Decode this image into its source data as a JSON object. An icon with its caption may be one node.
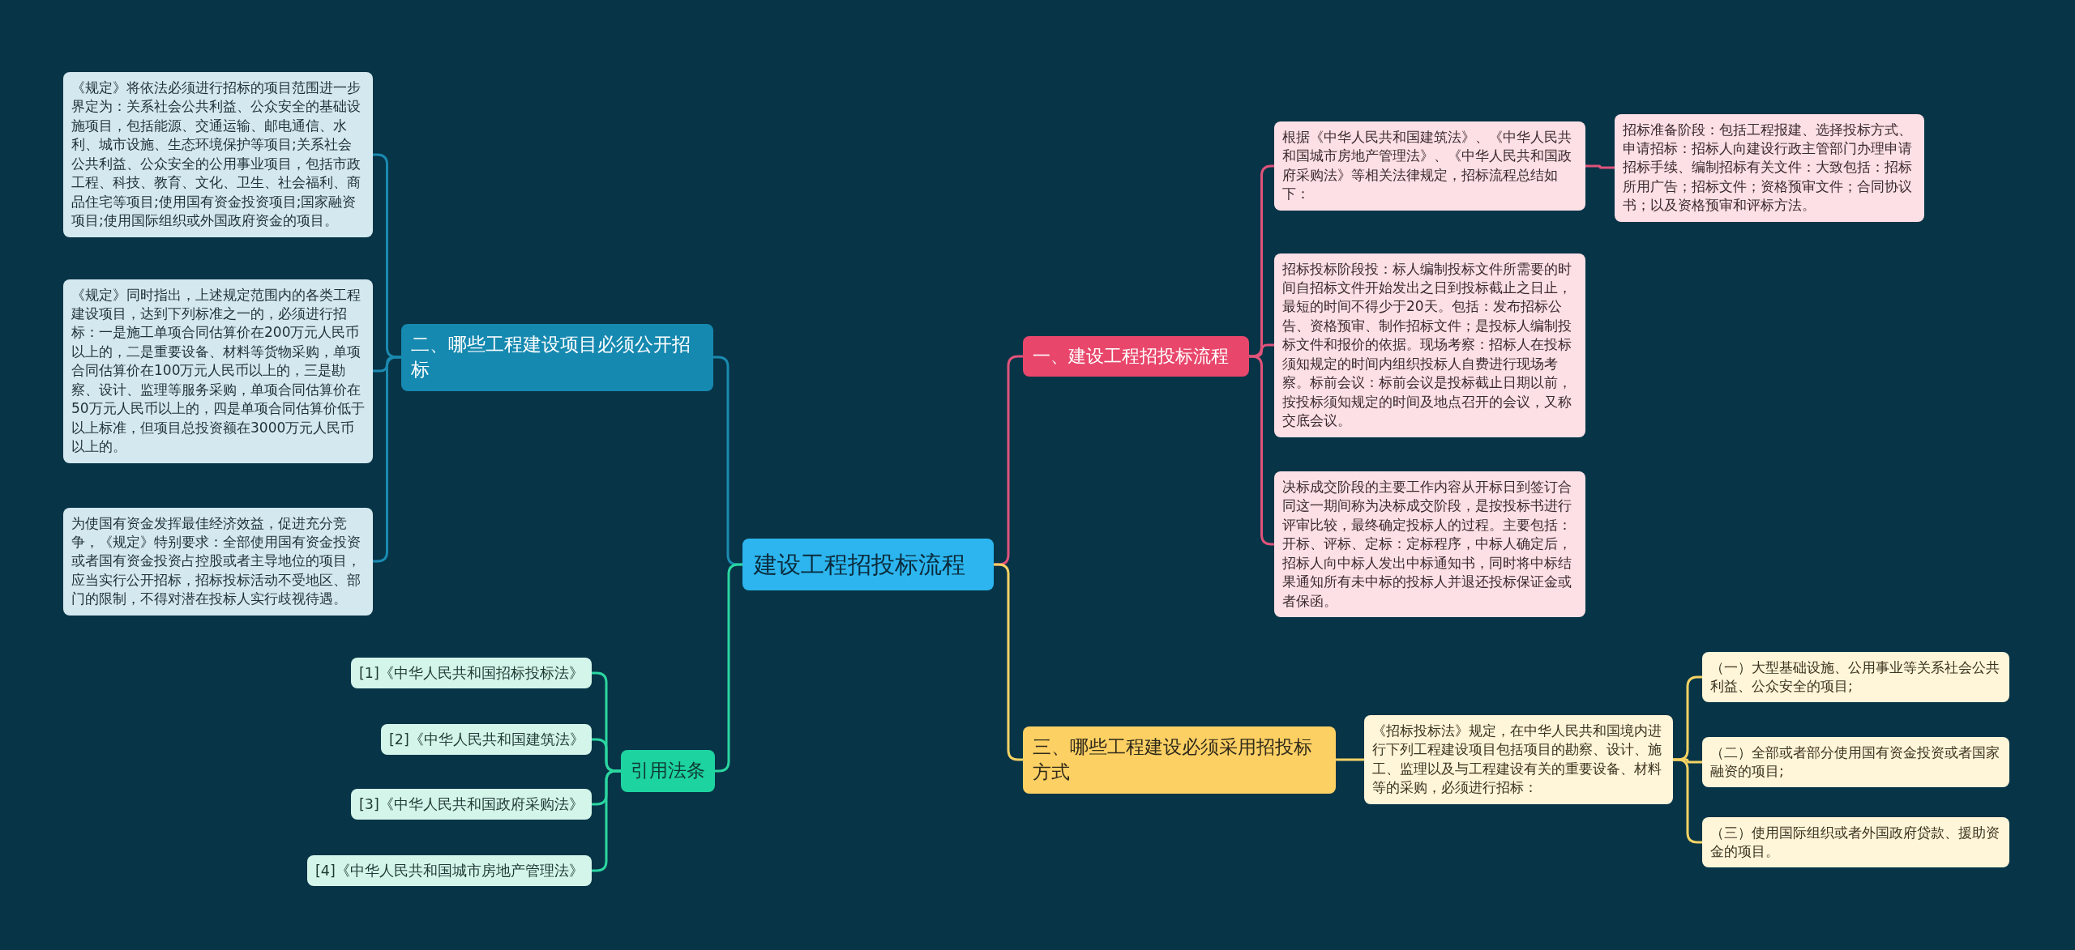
{
  "diagram": {
    "nodes": [
      {
        "text": [
          "建设工程招投标流程"
        ]
      },
      {
        "text": [
          "一、建设工程招投标流程"
        ]
      },
      {
        "text": [
          "根据《中华人民共和国建筑法》、《中华人民共和国城市房地产管理法》、《中华人民共和国政府采购法》等相关法律规定，招标流程总结如下："
        ]
      },
      {
        "text": [
          "招标准备阶段：包括工程报建、选择投标方式、申请招标：招标人向建设行政主管部门办理申请招标手续、编制招标有关文件：大致包括：招标所用广告；招标文件；资格预审文件；合同协议书；以及资格预审和评标方法。"
        ]
      },
      {
        "text": [
          "招标投标阶段投：标人编制投标文件所需要的时间自招标文件开始发出之日到投标截止之日止，最短的时间不得少于20天。包括：发布招标公告、资格预审、制作招标文件；是投标人编制投标文件和报价的依据。现场考察：招标人在投标须知规定的时间内组织投标人自费进行现场考察。标前会议：标前会议是投标截止日期以前，按投标须知规定的时间及地点召开的会议，又称交底会议。"
        ]
      },
      {
        "text": [
          "决标成交阶段的主要工作内容从开标日到签订合同这一期间称为决标成交阶段，是按投标书进行评审比较，最终确定投标人的过程。主要包括：开标、评标、定标：定标程序，中标人确定后，招标人向中标人发出中标通知书，同时将中标结果通知所有未中标的投标人并退还投标保证金或者保函。"
        ]
      },
      {
        "text": [
          "三、哪些工程建设必须采用招投标方式"
        ]
      },
      {
        "text": [
          "《招标投标法》规定，在中华人民共和国境内进行下列工程建设项目包括项目的勘察、设计、施工、监理以及与工程建设有关的重要设备、材料等的采购，必须进行招标："
        ]
      },
      {
        "text": [
          "（一）大型基础设施、公用事业等关系社会公共利益、公众安全的项目;"
        ]
      },
      {
        "text": [
          "（二）全部或者部分使用国有资金投资或者国家融资的项目;"
        ]
      },
      {
        "text": [
          "（三）使用国际组织或者外国政府贷款、援助资金的项目。"
        ]
      },
      {
        "text": [
          "二、哪些工程建设项目必须公开招标"
        ]
      },
      {
        "text": [
          "《规定》将依法必须进行招标的项目范围进一步界定为：关系社会公共利益、公众安全的基础设施项目，包括能源、交通运输、邮电通信、水利、城市设施、生态环境保护等项目;关系社会公共利益、公众安全的公用事业项目，包括市政工程、科技、教育、文化、卫生、社会福利、商品住宅等项目;使用国有资金投资项目;国家融资项目;使用国际组织或外国政府资金的项目。"
        ]
      },
      {
        "text": [
          "《规定》同时指出，上述规定范围内的各类工程建设项目，达到下列标准之一的，必须进行招标：一是施工单项合同估算价在200万元人民币以上的，二是重要设备、材料等货物采购，单项合同估算价在100万元人民币以上的，三是勘察、设计、监理等服务采购，单项合同估算价在50万元人民币以上的，四是单项合同估算价低于以上标准，但项目总投资额在3000万元人民币以上的。"
        ]
      },
      {
        "text": [
          "为使国有资金发挥最佳经济效益，促进充分竞争，《规定》特别要求：全部使用国有资金投资或者国有资金投资占控股或者主导地位的项目，应当实行公开招标，招标投标活动不受地区、部门的限制，不得对潜在投标人实行歧视待遇。"
        ]
      },
      {
        "text": [
          "引用法条"
        ]
      },
      {
        "text": [
          "[1]《中华人民共和国招标投标法》"
        ]
      },
      {
        "text": [
          "[2]《中华人民共和国建筑法》"
        ]
      },
      {
        "text": [
          "[3]《中华人民共和国政府采购法》"
        ]
      },
      {
        "text": [
          "[4]《中华人民共和国城市房地产管理法》"
        ]
      }
    ],
    "edges": [
      {
        "from": 0,
        "to": 1,
        "arrow": "none",
        "color": "#e0537a"
      },
      {
        "from": 1,
        "to": 2,
        "arrow": "none",
        "color": "#e0537a"
      },
      {
        "from": 2,
        "to": 3,
        "arrow": "none",
        "color": "#e0537a"
      },
      {
        "from": 1,
        "to": 4,
        "arrow": "none",
        "color": "#e0537a"
      },
      {
        "from": 1,
        "to": 5,
        "arrow": "none",
        "color": "#e0537a"
      },
      {
        "from": 0,
        "to": 6,
        "arrow": "none",
        "color": "#f5d264"
      },
      {
        "from": 6,
        "to": 7,
        "arrow": "none",
        "color": "#f5d264"
      },
      {
        "from": 7,
        "to": 8,
        "arrow": "none",
        "color": "#f5d264"
      },
      {
        "from": 7,
        "to": 9,
        "arrow": "none",
        "color": "#f5d264"
      },
      {
        "from": 7,
        "to": 10,
        "arrow": "none",
        "color": "#f5d264"
      },
      {
        "from": 0,
        "to": 11,
        "arrow": "none",
        "color": "#1a8ab0"
      },
      {
        "from": 11,
        "to": 12,
        "arrow": "none",
        "color": "#1a8ab0"
      },
      {
        "from": 11,
        "to": 13,
        "arrow": "none",
        "color": "#1a8ab0"
      },
      {
        "from": 11,
        "to": 14,
        "arrow": "none",
        "color": "#1a8ab0"
      },
      {
        "from": 0,
        "to": 15,
        "arrow": "none",
        "color": "#2bd6a0"
      },
      {
        "from": 15,
        "to": 16,
        "arrow": "none",
        "color": "#2bd6a0"
      },
      {
        "from": 15,
        "to": 17,
        "arrow": "none",
        "color": "#2bd6a0"
      },
      {
        "from": 15,
        "to": 18,
        "arrow": "none",
        "color": "#2bd6a0"
      },
      {
        "from": 15,
        "to": 19,
        "arrow": "none",
        "color": "#2bd6a0"
      }
    ]
  }
}
